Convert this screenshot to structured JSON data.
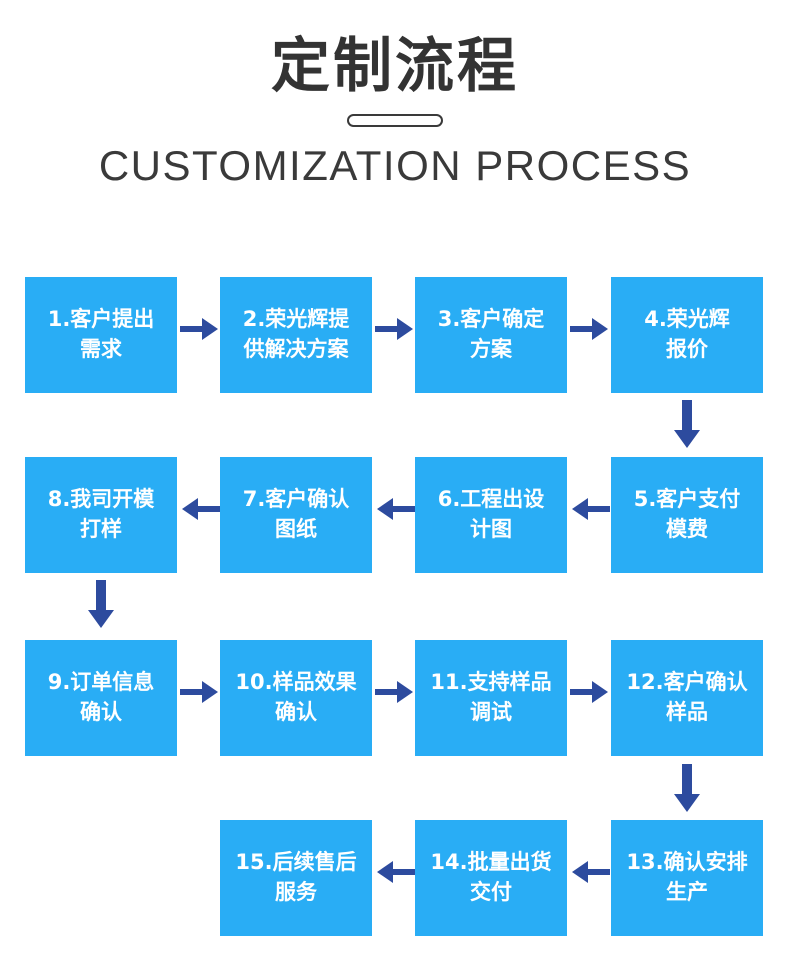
{
  "header": {
    "title": "定制流程",
    "subtitle": "CUSTOMIZATION PROCESS",
    "divider": "pill-divider"
  },
  "colors": {
    "box_fill": "#29ADF5",
    "box_text": "#FFFFFF",
    "arrow": "#2D4B9E",
    "title_text": "#333333",
    "background": "#FFFFFF"
  },
  "flow": {
    "direction_pattern": [
      "left-to-right",
      "right-to-left",
      "left-to-right",
      "right-to-left"
    ],
    "nodes": [
      {
        "n": "1",
        "line1": "1.客户提出",
        "line2": "需求"
      },
      {
        "n": "2",
        "line1": "2.荣光辉提",
        "line2": "供解决方案"
      },
      {
        "n": "3",
        "line1": "3.客户确定",
        "line2": "方案"
      },
      {
        "n": "4",
        "line1": "4.荣光辉",
        "line2": "报价"
      },
      {
        "n": "5",
        "line1": "5.客户支付",
        "line2": "模费"
      },
      {
        "n": "6",
        "line1": "6.工程出设",
        "line2": "计图"
      },
      {
        "n": "7",
        "line1": "7.客户确认",
        "line2": "图纸"
      },
      {
        "n": "8",
        "line1": "8.我司开模",
        "line2": "打样"
      },
      {
        "n": "9",
        "line1": "9.订单信息",
        "line2": "确认"
      },
      {
        "n": "10",
        "line1": "10.样品效果",
        "line2": "确认"
      },
      {
        "n": "11",
        "line1": "11.支持样品",
        "line2": "调试"
      },
      {
        "n": "12",
        "line1": "12.客户确认",
        "line2": "样品"
      },
      {
        "n": "13",
        "line1": "13.确认安排",
        "line2": "生产"
      },
      {
        "n": "14",
        "line1": "14.批量出货",
        "line2": "交付"
      },
      {
        "n": "15",
        "line1": "15.后续售后",
        "line2": "服务"
      }
    ],
    "connectors": [
      {
        "from": "1",
        "to": "2",
        "dir": "right"
      },
      {
        "from": "2",
        "to": "3",
        "dir": "right"
      },
      {
        "from": "3",
        "to": "4",
        "dir": "right"
      },
      {
        "from": "4",
        "to": "5",
        "dir": "down"
      },
      {
        "from": "5",
        "to": "6",
        "dir": "left"
      },
      {
        "from": "6",
        "to": "7",
        "dir": "left"
      },
      {
        "from": "7",
        "to": "8",
        "dir": "left"
      },
      {
        "from": "8",
        "to": "9",
        "dir": "down"
      },
      {
        "from": "9",
        "to": "10",
        "dir": "right"
      },
      {
        "from": "10",
        "to": "11",
        "dir": "right"
      },
      {
        "from": "11",
        "to": "12",
        "dir": "right"
      },
      {
        "from": "12",
        "to": "13",
        "dir": "down"
      },
      {
        "from": "13",
        "to": "14",
        "dir": "left"
      },
      {
        "from": "14",
        "to": "15",
        "dir": "left"
      }
    ]
  }
}
